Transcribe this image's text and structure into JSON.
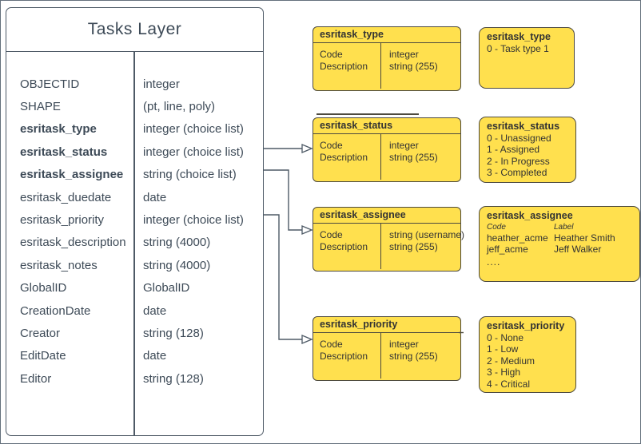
{
  "tasks": {
    "title": "Tasks Layer",
    "fields": [
      {
        "name": "OBJECTID",
        "type": "integer"
      },
      {
        "name": "SHAPE",
        "type": "(pt, line, poly)"
      },
      {
        "name": "esritask_type",
        "type": "integer (choice list)"
      },
      {
        "name": "esritask_status",
        "type": "integer (choice list)"
      },
      {
        "name": "esritask_assignee",
        "type": "string (choice list)"
      },
      {
        "name": "esritask_duedate",
        "type": "date"
      },
      {
        "name": "esritask_priority",
        "type": "integer (choice list)"
      },
      {
        "name": "esritask_description",
        "type": "string (4000)"
      },
      {
        "name": "esritask_notes",
        "type": "string (4000)"
      },
      {
        "name": "GlobalID",
        "type": "GlobalID"
      },
      {
        "name": "CreationDate",
        "type": "date"
      },
      {
        "name": "Creator",
        "type": "string (128)"
      },
      {
        "name": "EditDate",
        "type": "date"
      },
      {
        "name": "Editor",
        "type": "string (128)"
      }
    ]
  },
  "domains": [
    {
      "title": "esritask_type",
      "rows": [
        {
          "label": "Code",
          "value": "integer"
        },
        {
          "label": "Description",
          "value": "string (255)"
        }
      ]
    },
    {
      "title": "esritask_status",
      "rows": [
        {
          "label": "Code",
          "value": "integer"
        },
        {
          "label": "Description",
          "value": "string (255)"
        }
      ]
    },
    {
      "title": "esritask_assignee",
      "rows": [
        {
          "label": "Code",
          "value": "string (username)"
        },
        {
          "label": "Description",
          "value": "string (255)"
        }
      ]
    },
    {
      "title": "esritask_priority",
      "rows": [
        {
          "label": "Code",
          "value": "integer"
        },
        {
          "label": "Description",
          "value": "string (255)"
        }
      ]
    }
  ],
  "values": {
    "type": {
      "title": "esritask_type",
      "lines": [
        "0 - Task type 1"
      ]
    },
    "status": {
      "title": "esritask_status",
      "lines": [
        "0 - Unassigned",
        "1 - Assigned",
        "2 - In Progress",
        "3 - Completed"
      ]
    },
    "assignee": {
      "title": "esritask_assignee",
      "col_code": "Code",
      "col_label": "Label",
      "rows": [
        {
          "code": "heather_acme",
          "label": "Heather Smith"
        },
        {
          "code": "jeff_acme",
          "label": "Jeff Walker"
        }
      ],
      "more": "...."
    },
    "priority": {
      "title": "esritask_priority",
      "lines": [
        "0 - None",
        "1 - Low",
        "2 - Medium",
        "3 - High",
        "4 - Critical"
      ]
    }
  },
  "colors": {
    "note_fill": "#ffe04e",
    "note_border": "#4d4a3f",
    "table_border": "#4e5a66",
    "table_text": "#3d4a57",
    "note_text": "#333333"
  }
}
